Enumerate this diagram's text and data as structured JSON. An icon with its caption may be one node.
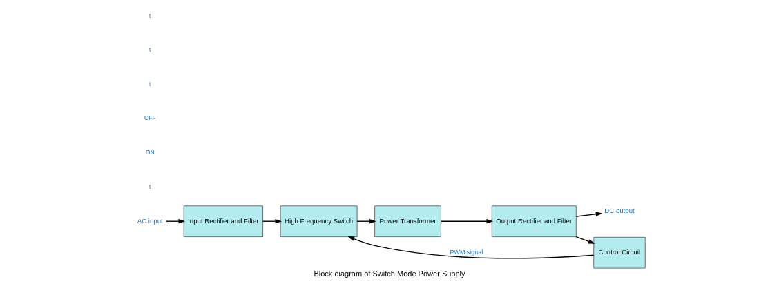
{
  "diagram": {
    "caption": "Block diagram of Switch Mode Power Supply",
    "nodes": [
      {
        "text": [
          "AC input"
        ]
      },
      {
        "text": [
          "Input Rectifier and Filter"
        ]
      },
      {
        "text": [
          "High Frequency Switch"
        ]
      },
      {
        "text": [
          "Power Transformer"
        ]
      },
      {
        "text": [
          "Output Rectifier and Filter"
        ]
      },
      {
        "text": [
          "DC output"
        ]
      },
      {
        "text": [
          "Control Circuit"
        ]
      }
    ],
    "edges": [
      {
        "from": 0,
        "to": 1,
        "arrow": "to"
      },
      {
        "from": 1,
        "to": 2,
        "arrow": "to"
      },
      {
        "from": 2,
        "to": 3,
        "arrow": "to"
      },
      {
        "from": 3,
        "to": 4,
        "arrow": "to"
      },
      {
        "from": 4,
        "to": 5,
        "arrow": "to"
      },
      {
        "from": 4,
        "to": 6,
        "arrow": "to"
      },
      {
        "from": 6,
        "to": 2,
        "arrow": "to",
        "label": "PWM signal"
      }
    ],
    "labels": [
      "t",
      "ON",
      "OFF",
      "t",
      "t",
      "t"
    ]
  }
}
